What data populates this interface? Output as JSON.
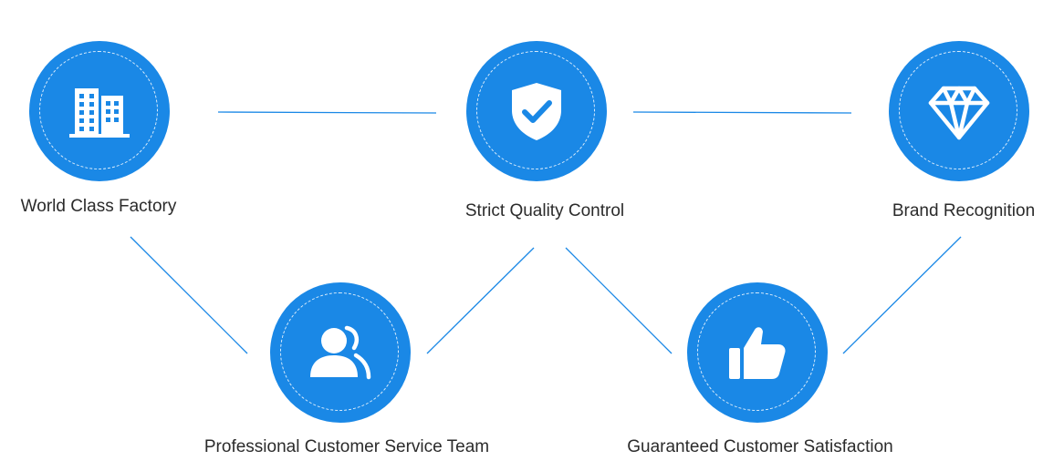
{
  "theme": {
    "accent": "#1a88e6",
    "text": "#2b2b2b",
    "background": "#ffffff"
  },
  "nodes": [
    {
      "id": "factory",
      "label": "World Class Factory",
      "icon": "building-icon"
    },
    {
      "id": "quality",
      "label": "Strict Quality Control",
      "icon": "shield-check-icon"
    },
    {
      "id": "brand",
      "label": "Brand Recognition",
      "icon": "diamond-icon"
    },
    {
      "id": "service",
      "label": "Professional Customer Service Team",
      "icon": "users-icon"
    },
    {
      "id": "satisfaction",
      "label": "Guaranteed Customer Satisfaction",
      "icon": "thumbs-up-icon"
    }
  ],
  "edges": [
    {
      "from": "factory",
      "to": "quality"
    },
    {
      "from": "quality",
      "to": "brand"
    },
    {
      "from": "factory",
      "to": "service"
    },
    {
      "from": "service",
      "to": "quality"
    },
    {
      "from": "quality",
      "to": "satisfaction"
    },
    {
      "from": "satisfaction",
      "to": "brand"
    }
  ]
}
